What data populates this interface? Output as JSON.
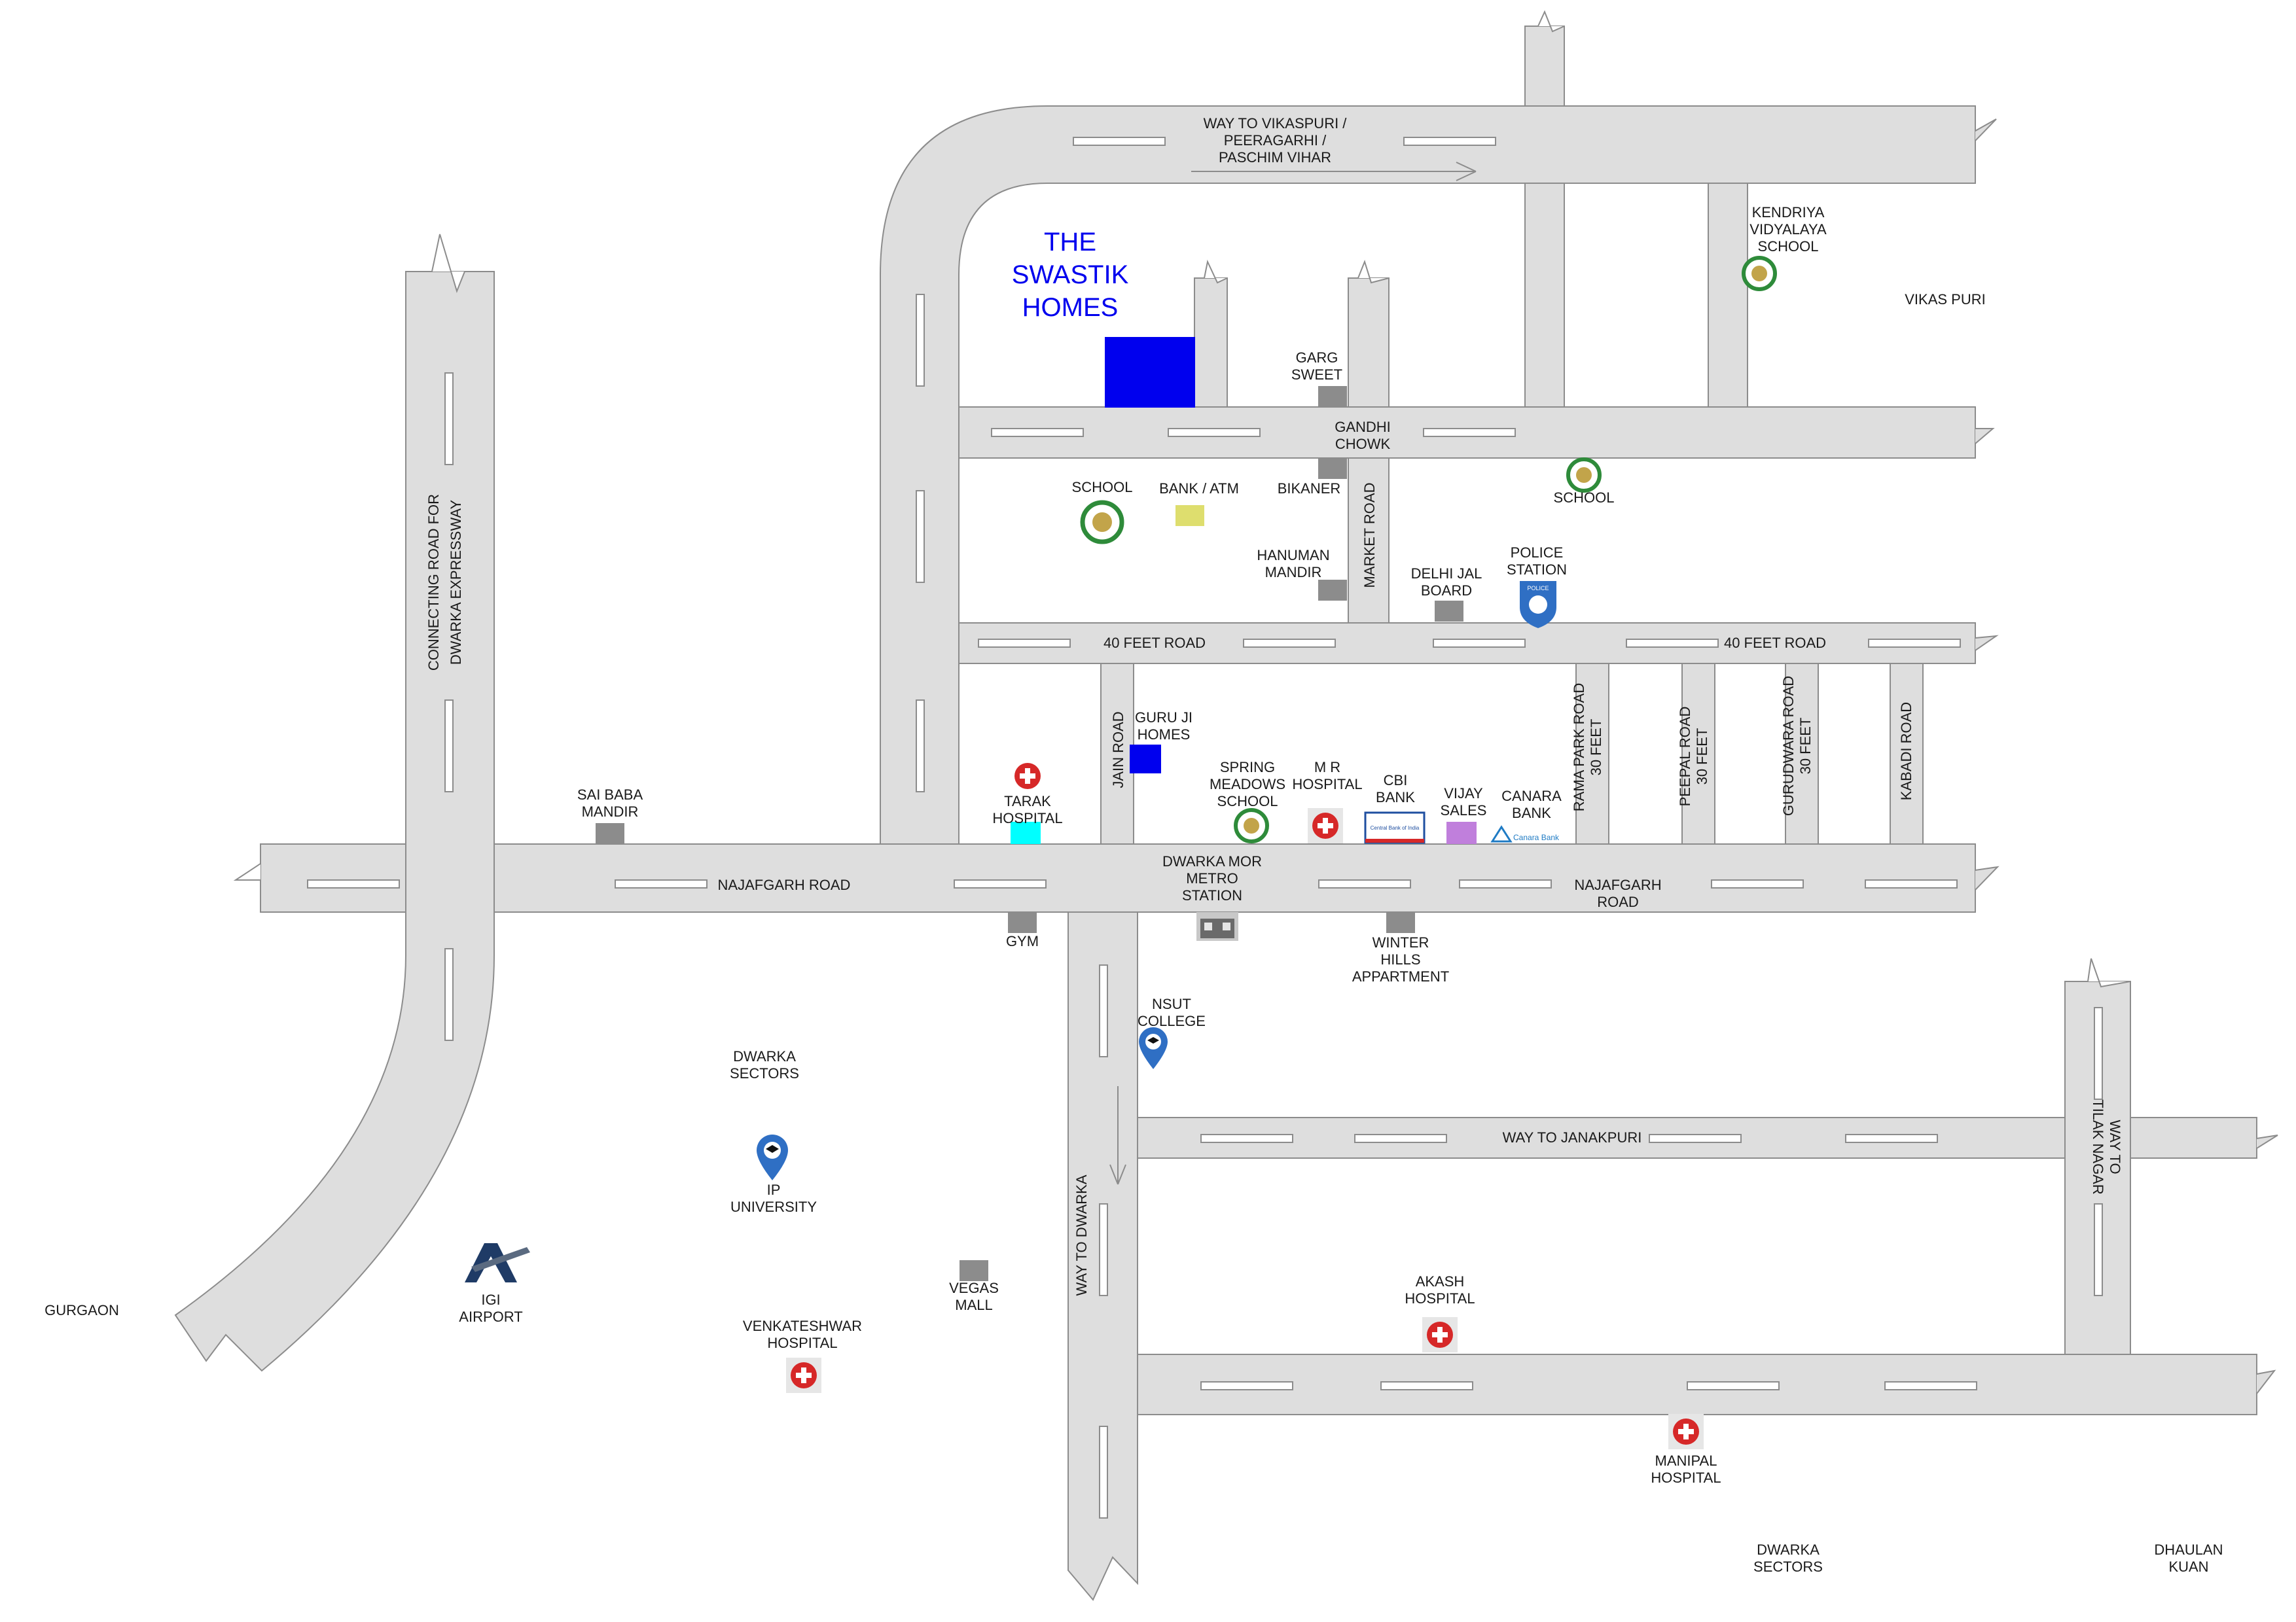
{
  "colors": {
    "road": "#dedede",
    "road_edge": "#8c8c8c",
    "project": "#0000ee",
    "landmark": "#8c8c8c",
    "bank_atm": "#dede6e",
    "tarak_hospital": "#00ffff",
    "vijay_sales": "#c07fdc",
    "hospital": "#d62828",
    "school": "#2e8b3a",
    "police": "#2f6fc4"
  },
  "project": {
    "title_line1": "THE",
    "title_line2": "SWASTIK",
    "title_line3": "HOMES"
  },
  "roads": {
    "vikaspuri_1": "WAY TO VIKASPURI /",
    "vikaspuri_2": "PEERAGARHI /",
    "vikaspuri_3": "PASCHIM VIHAR",
    "forty_feet_left": "40 FEET ROAD",
    "forty_feet_right": "40 FEET ROAD",
    "najafgarh_left": "NAJAFGARH ROAD",
    "najafgarh_right_1": "NAJAFGARH",
    "najafgarh_right_2": "ROAD",
    "janakpuri": "WAY TO JANAKPURI",
    "dwarka_way": "WAY TO DWARKA",
    "tilak_1": "WAY TO",
    "tilak_2": "TILAK NAGAR",
    "expressway_1": "CONNECTING ROAD FOR",
    "expressway_2": "DWARKA EXPRESSWAY",
    "market": "MARKET ROAD",
    "jain": "JAIN ROAD",
    "rama_park_1": "RAMA PARK ROAD",
    "rama_park_2": "30 FEET",
    "peepal_1": "PEEPAL ROAD",
    "peepal_2": "30 FEET",
    "gurudwara_1": "GURUDWARA ROAD",
    "gurudwara_2": "30 FEET",
    "kabadi": "KABADI ROAD"
  },
  "places": {
    "kv_1": "KENDRIYA",
    "kv_2": "VIDYALAYA",
    "kv_3": "SCHOOL",
    "vikas_puri": "VIKAS PURI",
    "garg_1": "GARG",
    "garg_2": "SWEET",
    "gandhi_1": "GANDHI",
    "gandhi_2": "CHOWK",
    "school_left": "SCHOOL",
    "bank_atm": "BANK / ATM",
    "bikaner": "BIKANER",
    "school_right": "SCHOOL",
    "hanuman_1": "HANUMAN",
    "hanuman_2": "MANDIR",
    "djb_1": "DELHI JAL",
    "djb_2": "BOARD",
    "police_1": "POLICE",
    "police_2": "STATION",
    "guruji_1": "GURU JI",
    "guruji_2": "HOMES",
    "saibaba_1": "SAI BABA",
    "saibaba_2": "MANDIR",
    "tarak_1": "TARAK",
    "tarak_2": "HOSPITAL",
    "spring_1": "SPRING",
    "spring_2": "MEADOWS",
    "spring_3": "SCHOOL",
    "mr_1": "M  R",
    "mr_2": "HOSPITAL",
    "cbi_1": "CBI",
    "cbi_2": "BANK",
    "vijay_1": "VIJAY",
    "vijay_2": "SALES",
    "canara_1": "CANARA",
    "canara_2": "BANK",
    "metro_1": "DWARKA MOR",
    "metro_2": "METRO",
    "metro_3": "STATION",
    "gym": "GYM",
    "winter_1": "WINTER",
    "winter_2": "HILLS",
    "winter_3": "APPARTMENT",
    "nsut_1": "NSUT",
    "nsut_2": "COLLEGE",
    "dwarka_sec_1": "DWARKA",
    "dwarka_sec_2": "SECTORS",
    "ip_1": "IP",
    "ip_2": "UNIVERSITY",
    "igi_1": "IGI",
    "igi_2": "AIRPORT",
    "gurgaon": "GURGAON",
    "vegas_1": "VEGAS",
    "vegas_2": "MALL",
    "venk_1": "VENKATESHWAR",
    "venk_2": "HOSPITAL",
    "akash_1": "AKASH",
    "akash_2": "HOSPITAL",
    "manipal_1": "MANIPAL",
    "manipal_2": "HOSPITAL",
    "dwarka_sec2_1": "DWARKA",
    "dwarka_sec2_2": "SECTORS",
    "dhaulan_1": "DHAULAN",
    "dhaulan_2": "KUAN"
  },
  "logos": {
    "cbi_logo_text": "Central Bank of India",
    "canara_logo_text": "Canara Bank",
    "police_badge_text": "POLICE"
  },
  "icons": {
    "hospital": "red-cross-icon",
    "school": "school-emblem-icon",
    "university": "graduation-pin-icon",
    "airport": "airplane-icon",
    "metro": "metro-station-icon",
    "police": "police-badge-icon"
  }
}
